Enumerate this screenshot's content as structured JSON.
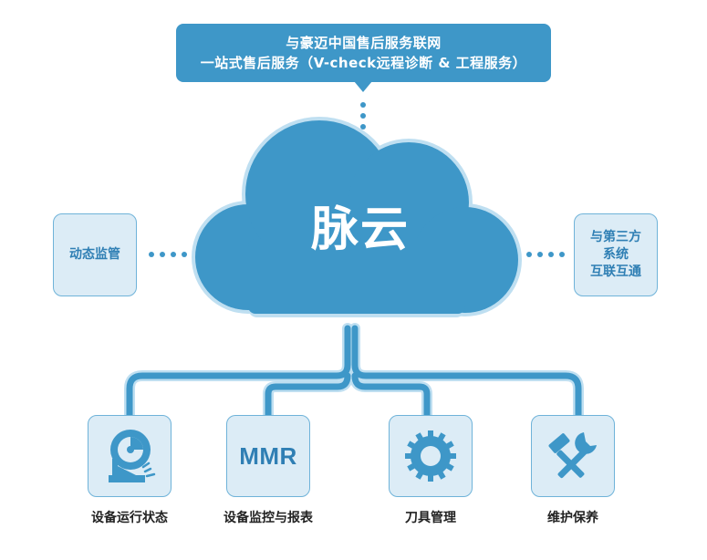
{
  "banner": {
    "line1": "与豪迈中国售后服务联网",
    "line2": "一站式售后服务（V-check远程诊断 & 工程服务）"
  },
  "cloud": {
    "title": "脉云"
  },
  "left_box": {
    "label": "动态监管"
  },
  "right_box": {
    "lines": [
      "与第三方",
      "系统",
      "互联互通"
    ]
  },
  "features": [
    {
      "label": "设备运行状态",
      "icon": "saw-blade-machine-icon"
    },
    {
      "label": "设备监控与报表",
      "icon": "mmr-logo-icon",
      "icon_text": "MMR"
    },
    {
      "label": "刀具管理",
      "icon": "gear-cog-icon"
    },
    {
      "label": "维护保养",
      "icon": "wrench-hammer-icon"
    }
  ],
  "colors": {
    "primary": "#3e97c8",
    "box_fill": "#dcecf6",
    "box_border": "#6fb3d9",
    "label_text": "#222222"
  }
}
